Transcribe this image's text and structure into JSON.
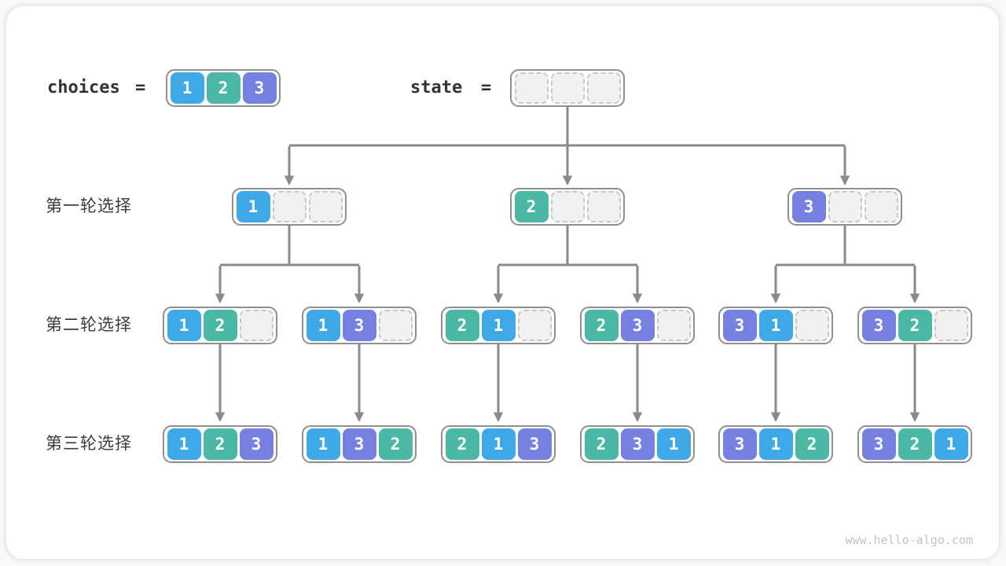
{
  "page": {
    "watermark": "www.hello-algo.com"
  },
  "colors": {
    "1": "#3fa9e8",
    "2": "#4bb8a6",
    "3": "#7580e0",
    "empty_fill": "#f1f1f1",
    "box_border": "#8f8f8f",
    "arrow_line": "#8a8a8a"
  },
  "header": {
    "choices_label": "choices",
    "equals": "=",
    "state_label": "state",
    "choices_cells": [
      1,
      2,
      3
    ],
    "state_cells": [
      null,
      null,
      null
    ]
  },
  "row_labels": {
    "round1": "第一轮选择",
    "round2": "第二轮选择",
    "round3": "第三轮选择"
  },
  "tree": {
    "round1": [
      [
        1,
        null,
        null
      ],
      [
        2,
        null,
        null
      ],
      [
        3,
        null,
        null
      ]
    ],
    "round2": [
      [
        1,
        2,
        null
      ],
      [
        1,
        3,
        null
      ],
      [
        2,
        1,
        null
      ],
      [
        2,
        3,
        null
      ],
      [
        3,
        1,
        null
      ],
      [
        3,
        2,
        null
      ]
    ],
    "round3": [
      [
        1,
        2,
        3
      ],
      [
        1,
        3,
        2
      ],
      [
        2,
        1,
        3
      ],
      [
        2,
        3,
        1
      ],
      [
        3,
        1,
        2
      ],
      [
        3,
        2,
        1
      ]
    ]
  }
}
